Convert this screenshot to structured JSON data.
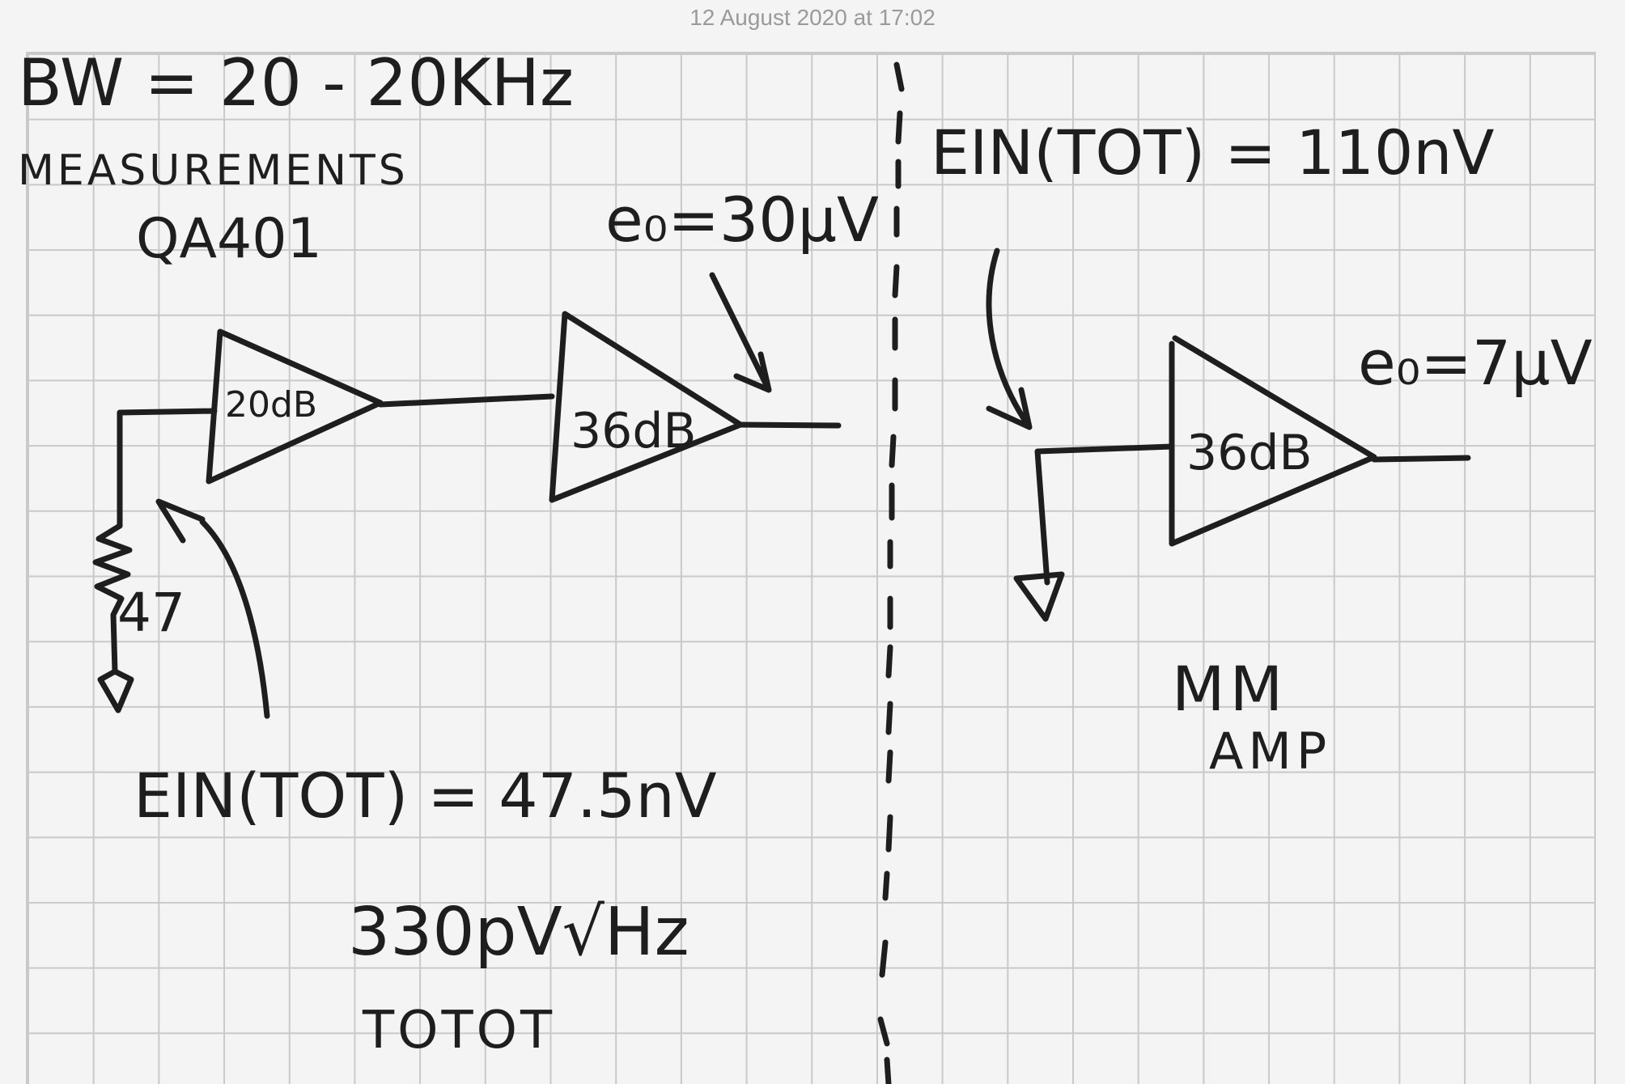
{
  "timestamp": "12 August 2020 at 17:02",
  "notes": {
    "bandwidth": "BW = 20 - 20KHz",
    "measurements": "MEASUREMENTS",
    "instrument": "QA401",
    "left_output": "e₀=30μV",
    "right_input_noise": "EIN(TOT) = 110nV",
    "right_output": "e₀=7μV",
    "left_input_noise": "EIN(TOT) = 47.5nV",
    "noise_density": "330pV√Hz",
    "noise_density_note": "TOTOT",
    "amp_label_line1": "MM",
    "amp_label_line2": "AMP"
  },
  "components": {
    "amp1_gain": "20dB",
    "amp2_gain": "36dB",
    "amp3_gain": "36dB",
    "resistor_value": "47"
  }
}
